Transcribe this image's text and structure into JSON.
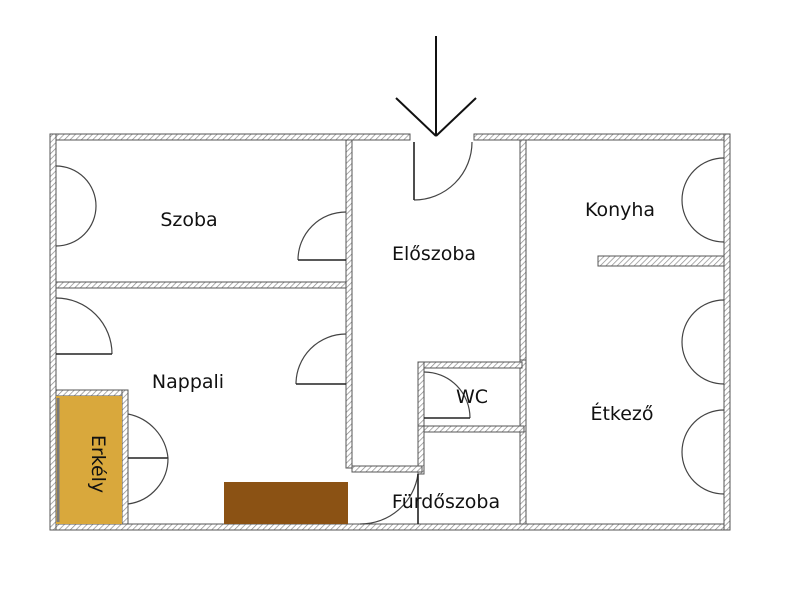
{
  "rooms": {
    "szoba": "Szoba",
    "eloszoba": "Előszoba",
    "konyha": "Konyha",
    "nappali": "Nappali",
    "wc": "WC",
    "etkezo": "Étkező",
    "erkely": "Erkély",
    "furdoszoba": "Fürdőszoba"
  },
  "colors": {
    "wall_hatch": "#8a8a8a",
    "balcony": "#d9a83c",
    "furniture": "#8b5214",
    "arrow": "#111111"
  },
  "icons": {
    "entrance": "entrance-arrow-icon"
  }
}
